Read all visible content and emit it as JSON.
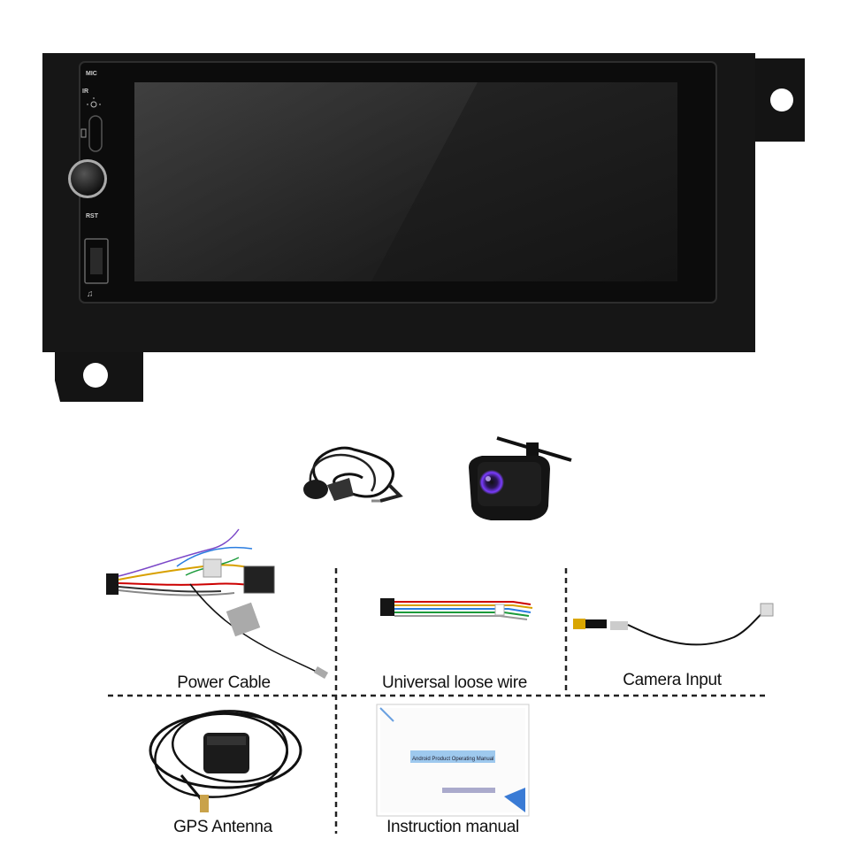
{
  "head_unit": {
    "button_labels": {
      "mic": "MIC",
      "ir": "IR",
      "rst": "RST"
    },
    "icons": [
      "brightness-icon",
      "usb-c-port-icon",
      "volume-knob-icon",
      "usb-port-icon",
      "music-note-icon"
    ],
    "colors": {
      "frame": "#151515",
      "screen": "#1f1f1f"
    }
  },
  "accessories": {
    "microphone": {
      "icon": "microphone-icon"
    },
    "camera": {
      "icon": "backup-camera-icon",
      "lens_color": "#7a3cff"
    }
  },
  "items": [
    {
      "label": "Power Cable"
    },
    {
      "label": "Universal loose wire"
    },
    {
      "label": "Camera Input"
    },
    {
      "label": "GPS Antenna"
    },
    {
      "label": "Instruction manual"
    }
  ],
  "manual": {
    "cover_title": "Android Product Operating Manual"
  }
}
